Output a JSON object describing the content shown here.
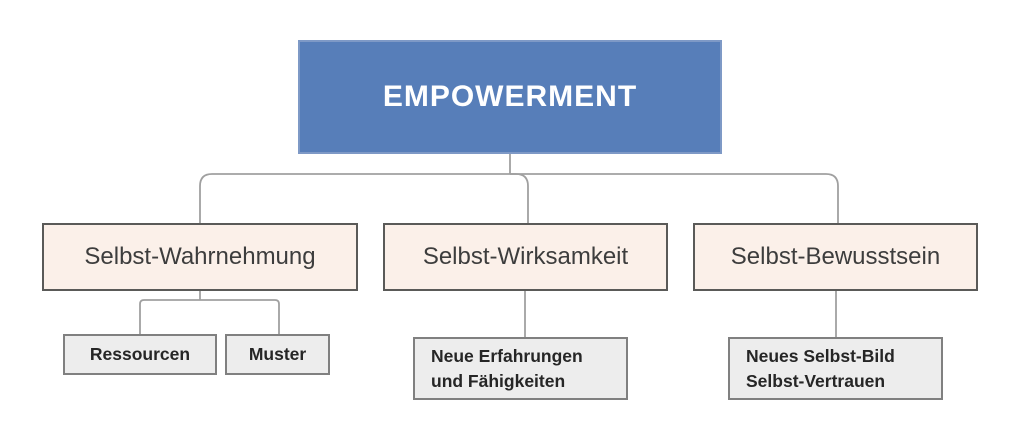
{
  "diagram": {
    "root": {
      "label": "EMPOWERMENT"
    },
    "branches": [
      {
        "label": "Selbst-Wahrnehmung",
        "children": [
          {
            "lines": [
              "Ressourcen"
            ]
          },
          {
            "lines": [
              "Muster"
            ]
          }
        ]
      },
      {
        "label": "Selbst-Wirksamkeit",
        "children": [
          {
            "lines": [
              "Neue Erfahrungen",
              "und Fähigkeiten"
            ]
          }
        ]
      },
      {
        "label": "Selbst-Bewusstsein",
        "children": [
          {
            "lines": [
              "Neues Selbst-Bild",
              "Selbst-Vertrauen"
            ]
          }
        ]
      }
    ],
    "colors": {
      "root_fill": "#577EB9",
      "root_border": "#7E99C6",
      "root_text": "#FFFFFF",
      "branch_fill": "#FBF0E9",
      "branch_border": "#5A5A58",
      "branch_text": "#3D3D3D",
      "leaf_fill": "#EDEDED",
      "leaf_border": "#808080",
      "leaf_text": "#262626",
      "connector": "#A0A0A0",
      "background": "#FFFFFF"
    }
  }
}
